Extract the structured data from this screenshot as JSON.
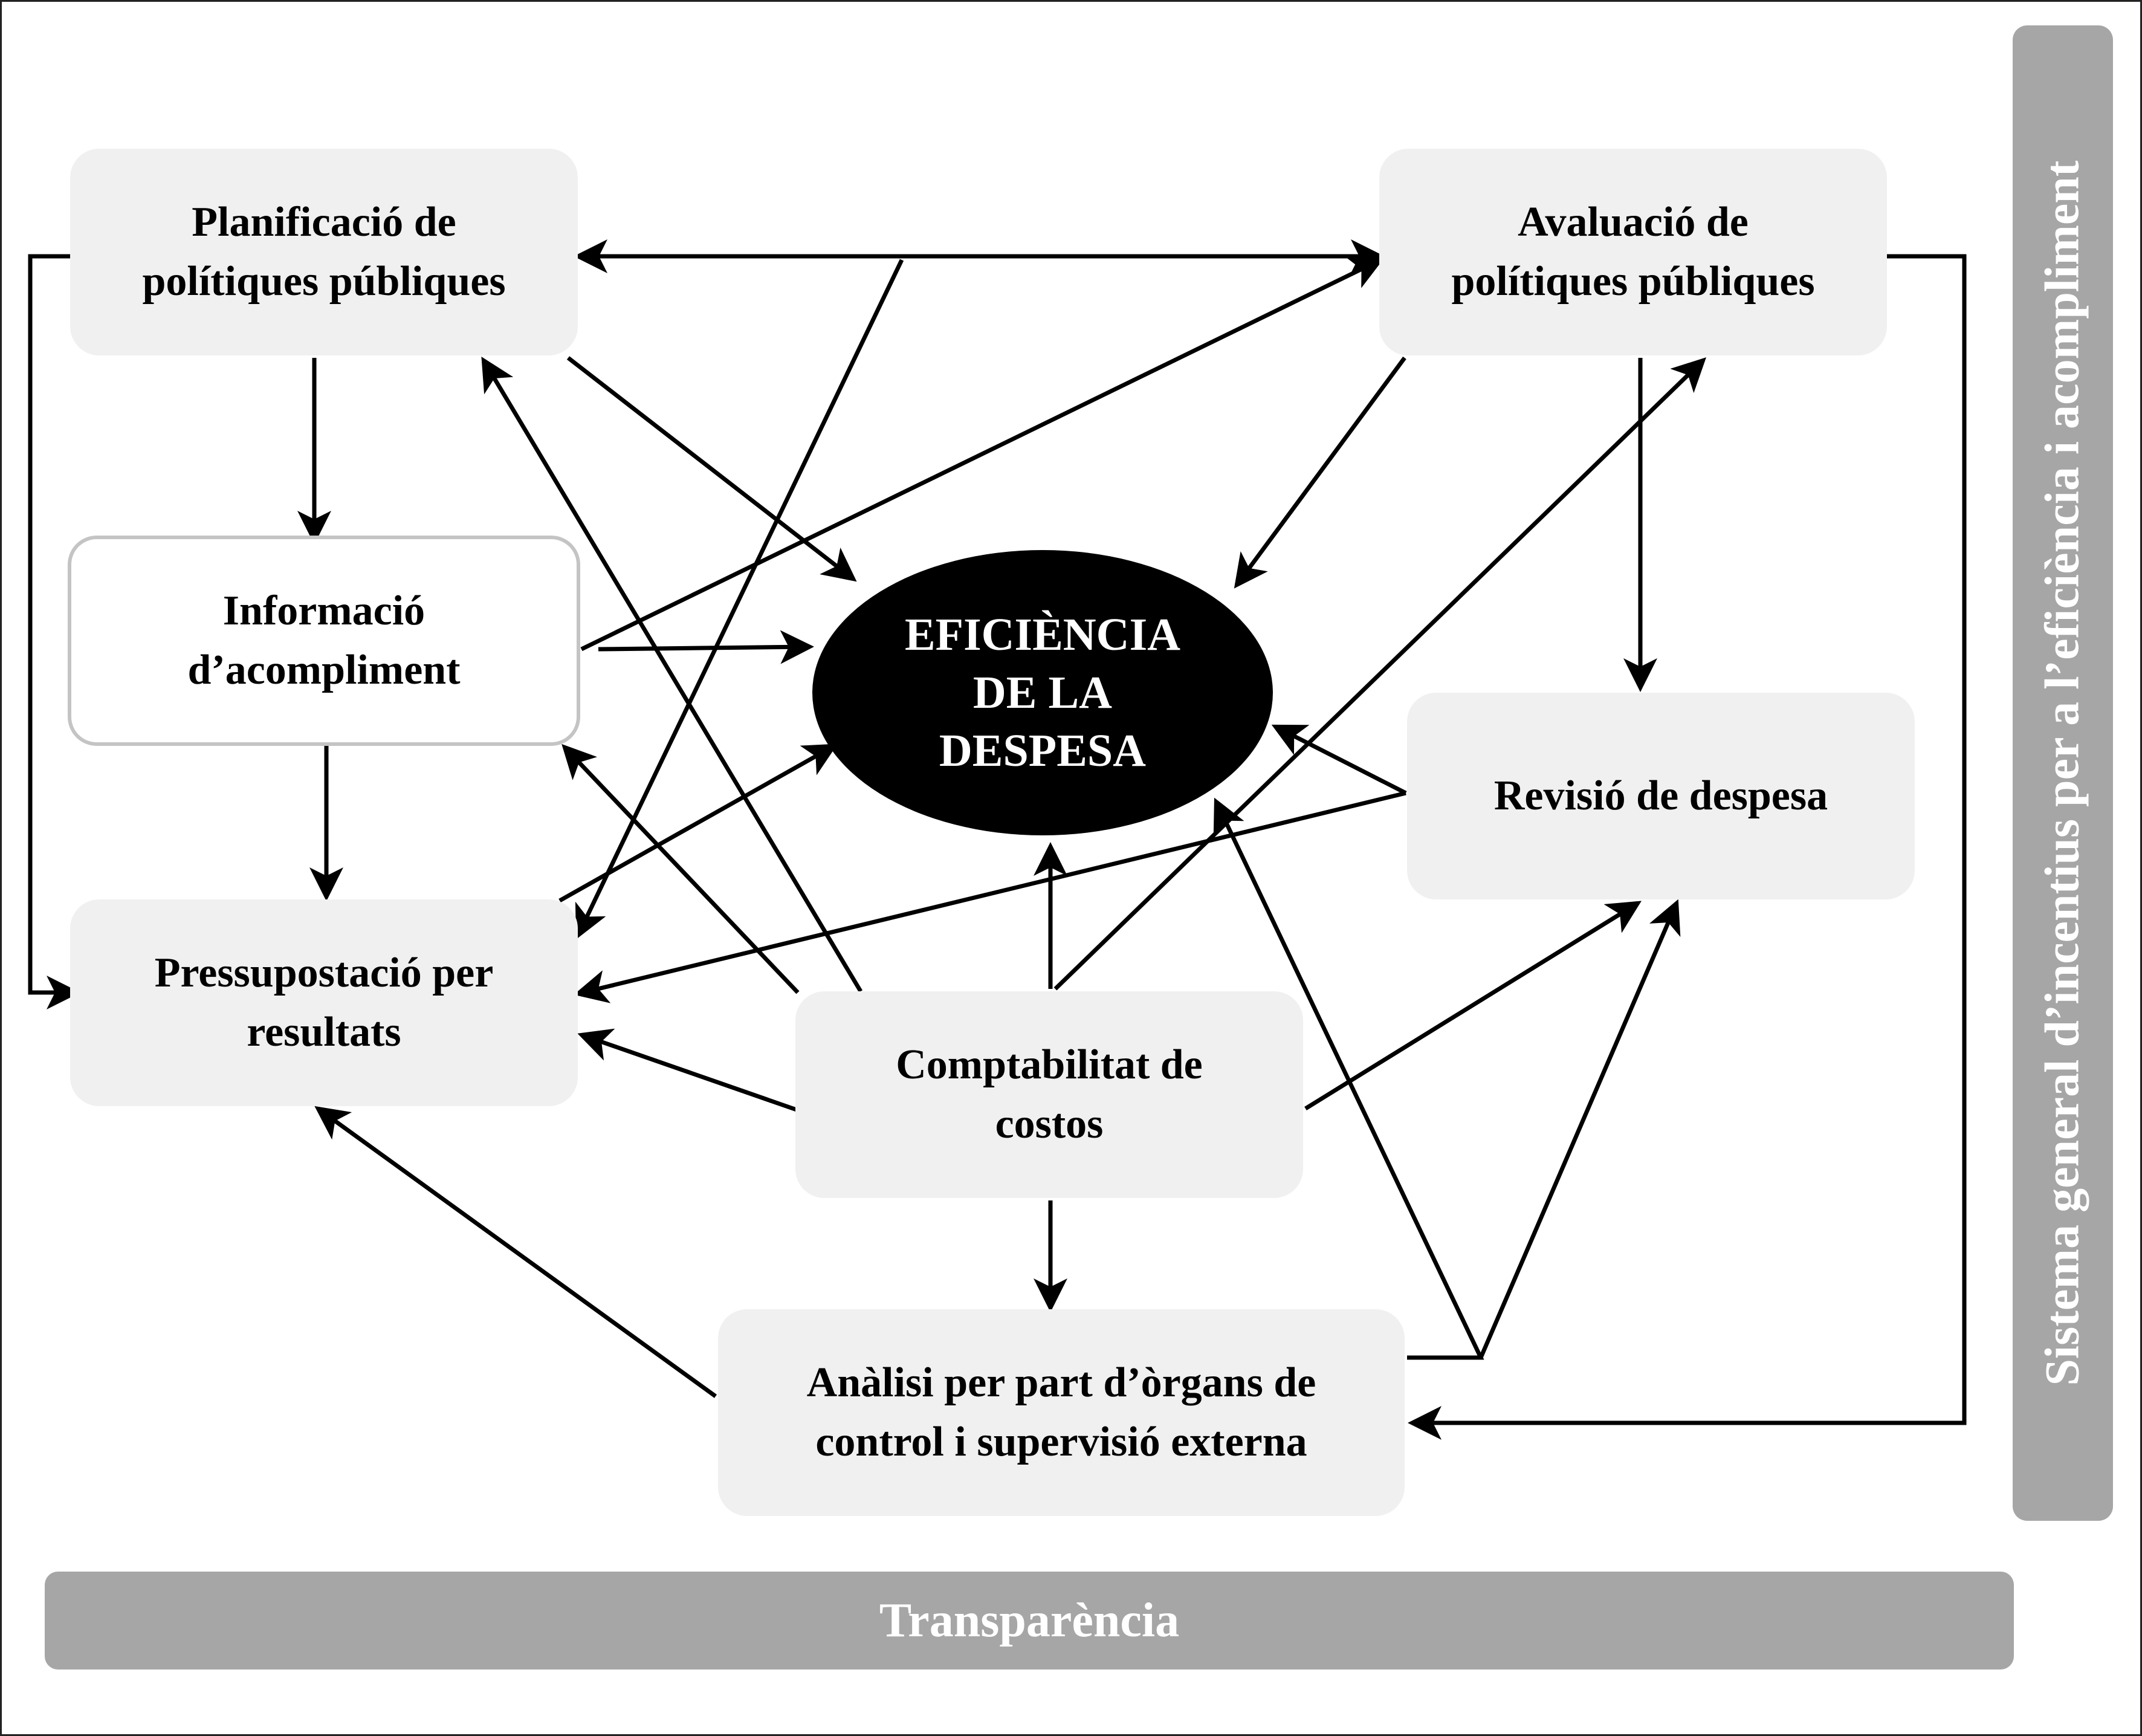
{
  "nodes": {
    "planificacio": "Planificació de\npolítiques públiques",
    "avaluacio": "Avaluació de\npolítiques públiques",
    "informacio": "Informació\nd’acompliment",
    "pressupostacio": "Pressupostació per\nresultats",
    "revisio": "Revisió de despesa",
    "comptabilitat": "Comptabilitat de\ncostos",
    "analisi": "Anàlisi per part d’òrgans de\ncontrol i supervisió externa"
  },
  "center": "EFICIÈNCIA\nDE LA\nDESPESA",
  "bars": {
    "bottom": "Transparència",
    "right": "Sistema general d’incentius per a l’eficiència i acompliment"
  },
  "colors": {
    "node_fill": "#f0f0f0",
    "bar_fill": "#a6a6a6",
    "center_fill": "#000000",
    "arrow": "#000000"
  }
}
